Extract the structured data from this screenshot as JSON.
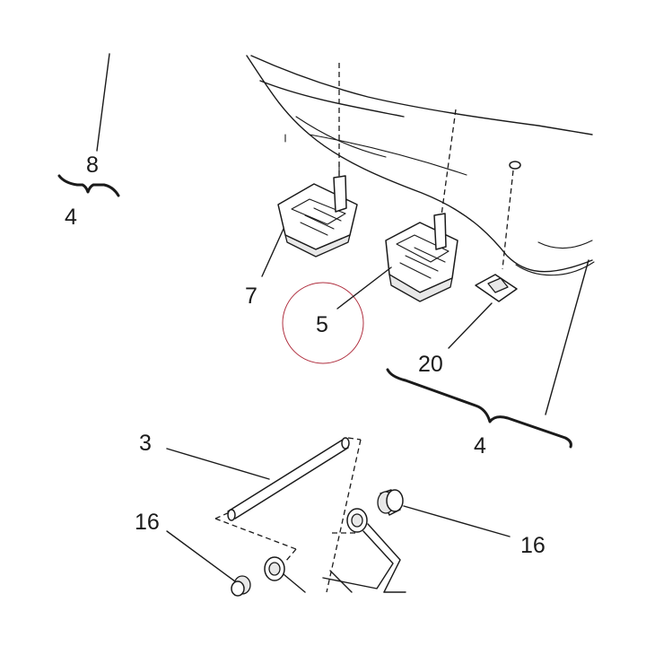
{
  "diagram": {
    "callouts": {
      "c8": "8",
      "c4_top_left": "4",
      "c7": "7",
      "c5": "5",
      "c20": "20",
      "c4_bottom": "4",
      "c3": "3",
      "c16_left": "16",
      "c16_right": "16"
    },
    "highlight_color": "#b03040",
    "line_color": "#1a1a1a"
  }
}
